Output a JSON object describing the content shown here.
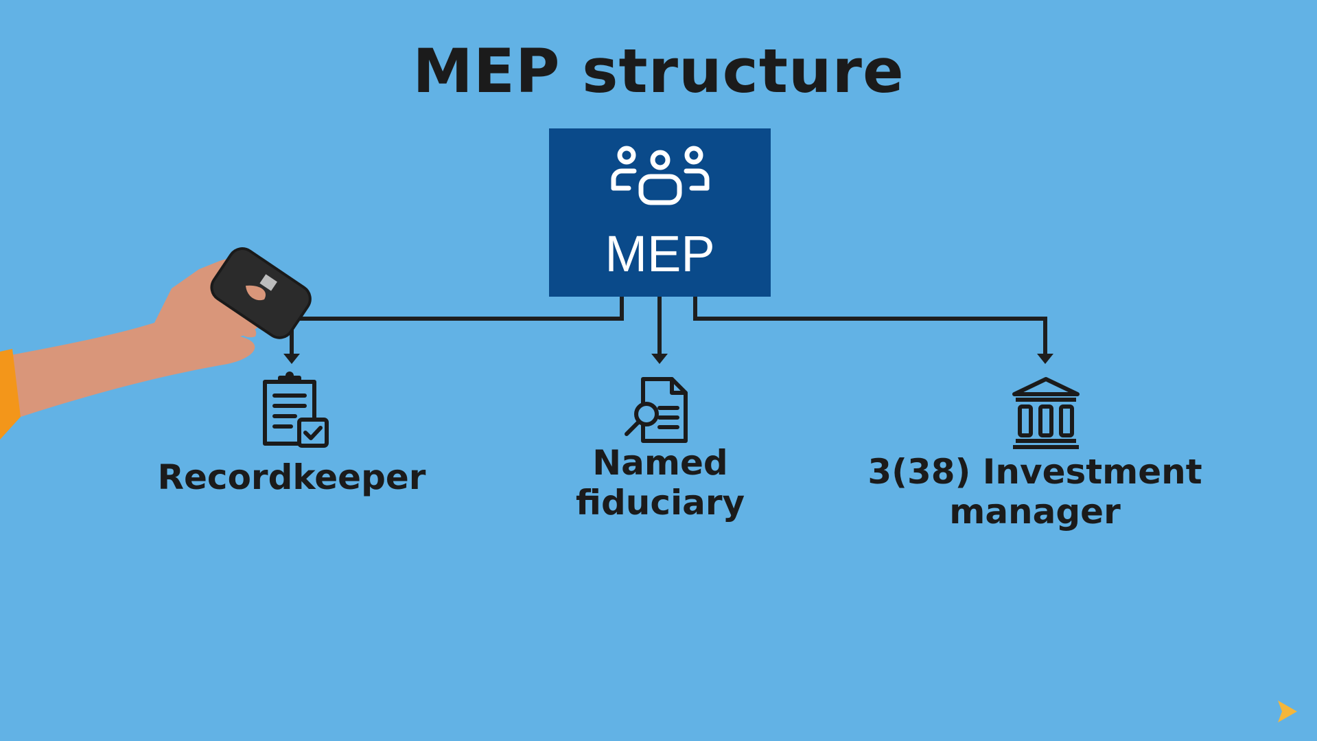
{
  "title": "MEP structure",
  "root": {
    "label": "MEP",
    "icon": "group-people-icon"
  },
  "nodes": [
    {
      "label": "Recordkeeper",
      "icon": "clipboard-checklist-icon"
    },
    {
      "label": "Named\nfiduciary",
      "icon": "document-search-icon"
    },
    {
      "label": "3(38) Investment\nmanager",
      "icon": "bank-building-icon"
    }
  ],
  "illustration": {
    "icon": "hand-holding-phone-icon"
  },
  "logo": {
    "icon": "play-arrow-logo-icon"
  },
  "colors": {
    "background": "#62b2e5",
    "root_box": "#0a4a8a",
    "text": "#1b1b1b",
    "root_text": "#ffffff"
  }
}
